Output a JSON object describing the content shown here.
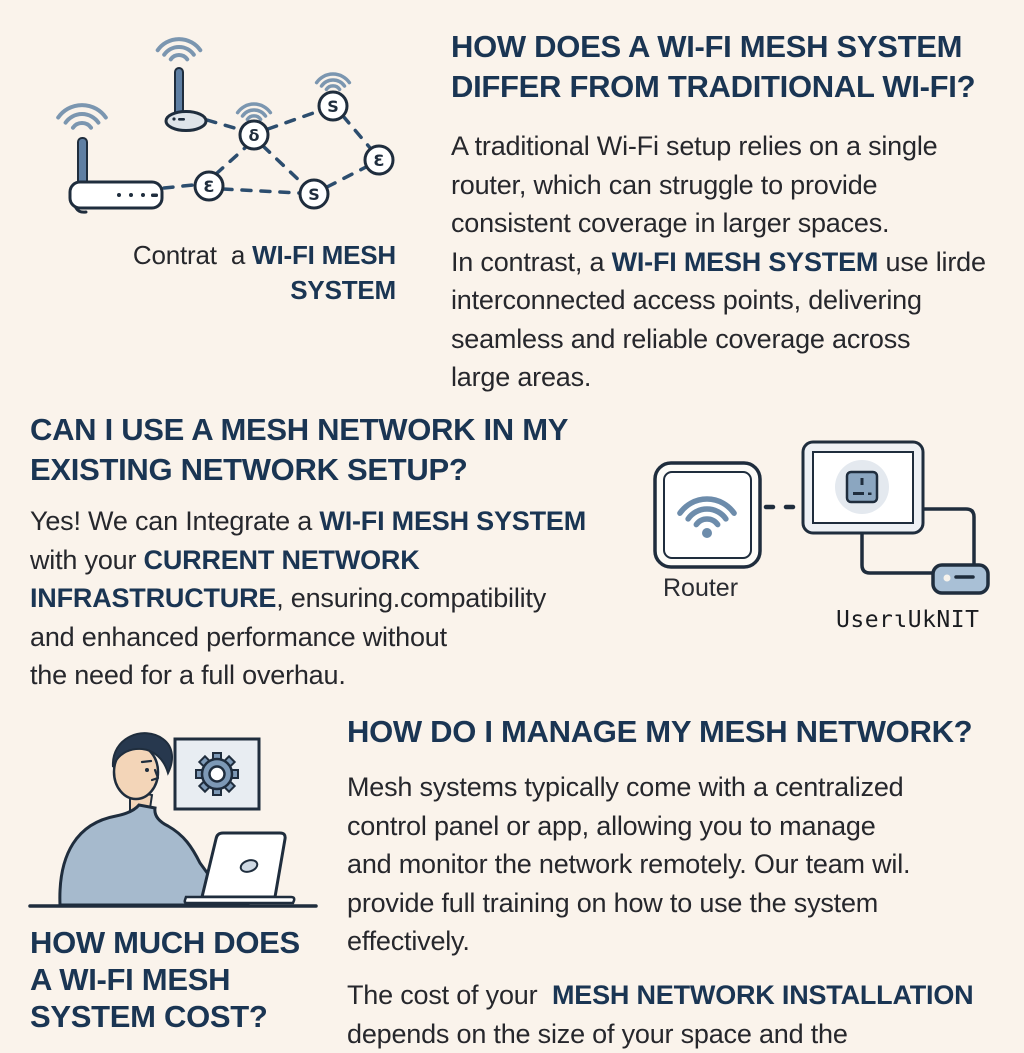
{
  "page": {
    "background": "#faf3eb",
    "heading_color": "#1a3553",
    "body_color": "#26272c",
    "outline_color": "#1f2d3d",
    "steel_blue": "#6d8cab"
  },
  "section1": {
    "heading_lines": [
      [
        {
          "t": "HOW DOES A WI-FI MESH SYSTEM"
        }
      ],
      [
        {
          "t": "DIFFER FROM TRADITIONAL WI-FI?"
        }
      ]
    ],
    "body_lines": [
      [
        {
          "t": "A traditional Wi-Fi setup relies on a single"
        }
      ],
      [
        {
          "t": "router, which can struggle to provide"
        }
      ],
      [
        {
          "t": "consistent coverage in larger spaces."
        }
      ],
      [
        {
          "t": "In contrast, a "
        },
        {
          "t": "WI-FI MESH SYSTEM",
          "b": true
        },
        {
          "t": " use lirde"
        }
      ],
      [
        {
          "t": "interconnected access points, delivering"
        }
      ],
      [
        {
          "t": "seamless and reliable coverage across"
        }
      ],
      [
        {
          "t": "large areas."
        }
      ]
    ],
    "caption_lines": [
      [
        {
          "t": "Contrat  a "
        },
        {
          "t": "WI-FI MESH",
          "b": true
        }
      ],
      [
        {
          "t": "SYSTEM",
          "b": true
        }
      ]
    ],
    "mesh_node_glyphs": [
      "δ",
      "Ɛ",
      "S",
      "S",
      "Ɛ"
    ]
  },
  "section2": {
    "heading_lines": [
      [
        {
          "t": "CAN I USE A MESH NETWORK IN MY"
        }
      ],
      [
        {
          "t": "EXISTING NETWORK SETUP?"
        }
      ]
    ],
    "body_lines": [
      [
        {
          "t": "Yes! We can Integrate a "
        },
        {
          "t": "WI-FI MESH SYSTEM",
          "b": true
        }
      ],
      [
        {
          "t": "with your "
        },
        {
          "t": "CURRENT NETWORK",
          "b": true
        }
      ],
      [
        {
          "t": "INFRASTRUCTURE",
          "b": true
        },
        {
          "t": ", ensuring.compatibility"
        }
      ],
      [
        {
          "t": "and enhanced performance without"
        }
      ],
      [
        {
          "t": "the need for a full overhau."
        }
      ]
    ],
    "labels": {
      "router": "Router",
      "unit": "UserɩUkNIT"
    }
  },
  "section3": {
    "heading_left_lines": [
      [
        {
          "t": "HOW MUCH DOES"
        }
      ],
      [
        {
          "t": "A WI-FI MESH"
        }
      ],
      [
        {
          "t": "SYSTEM COST?"
        }
      ]
    ],
    "heading_right": "HOW DO I MANAGE MY MESH NETWORK?",
    "body_lines": [
      [
        {
          "t": "Mesh systems typically come with a centralized"
        }
      ],
      [
        {
          "t": "control panel or app, allowing you to manage"
        }
      ],
      [
        {
          "t": "and monitor the network remotely. Our team wil."
        }
      ],
      [
        {
          "t": "provide full training on how to use the system"
        }
      ],
      [
        {
          "t": "effectively."
        }
      ]
    ],
    "cost_lines": [
      [
        {
          "t": "The cost of your  "
        },
        {
          "t": "MESH NETWORK INSTALLATION",
          "b": true
        }
      ],
      [
        {
          "t": "depends on the size of your space and the"
        }
      ]
    ]
  }
}
